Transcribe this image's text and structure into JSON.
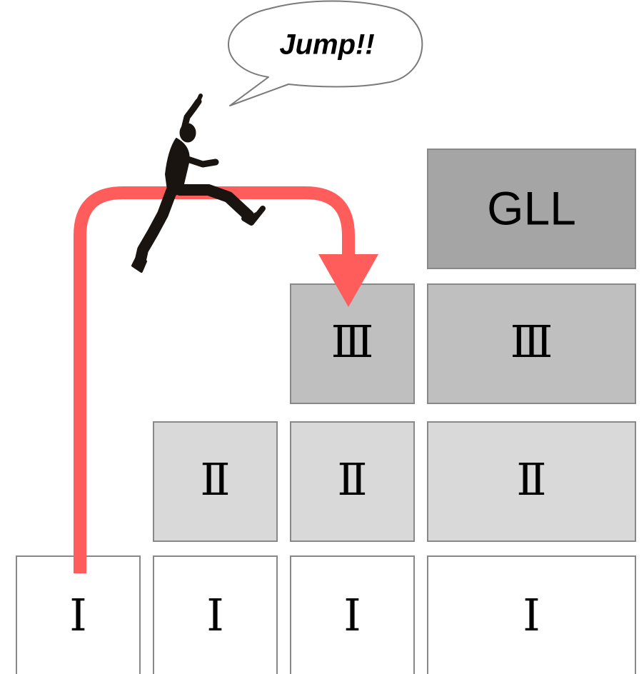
{
  "speech": {
    "text": "Jump!!"
  },
  "colors": {
    "arrow": "#ff5c5c",
    "level1": "#ffffff",
    "level2": "#d9d9d9",
    "level3": "#bfbfbf",
    "gll": "#a5a5a5",
    "border": "#888888",
    "silhouette": "#1a1410"
  },
  "icons": {
    "figure": "jumping-person-icon",
    "arrow": "jump-arrow-icon"
  },
  "blocks": {
    "col1_level1": "Ⅰ",
    "col2_level1": "Ⅰ",
    "col3_level1": "Ⅰ",
    "col4_level1": "Ⅰ",
    "col2_level2": "Ⅱ",
    "col3_level2": "Ⅱ",
    "col4_level2": "Ⅱ",
    "col3_level3": "Ⅲ",
    "col4_level3": "Ⅲ",
    "col4_top": "GLL"
  }
}
